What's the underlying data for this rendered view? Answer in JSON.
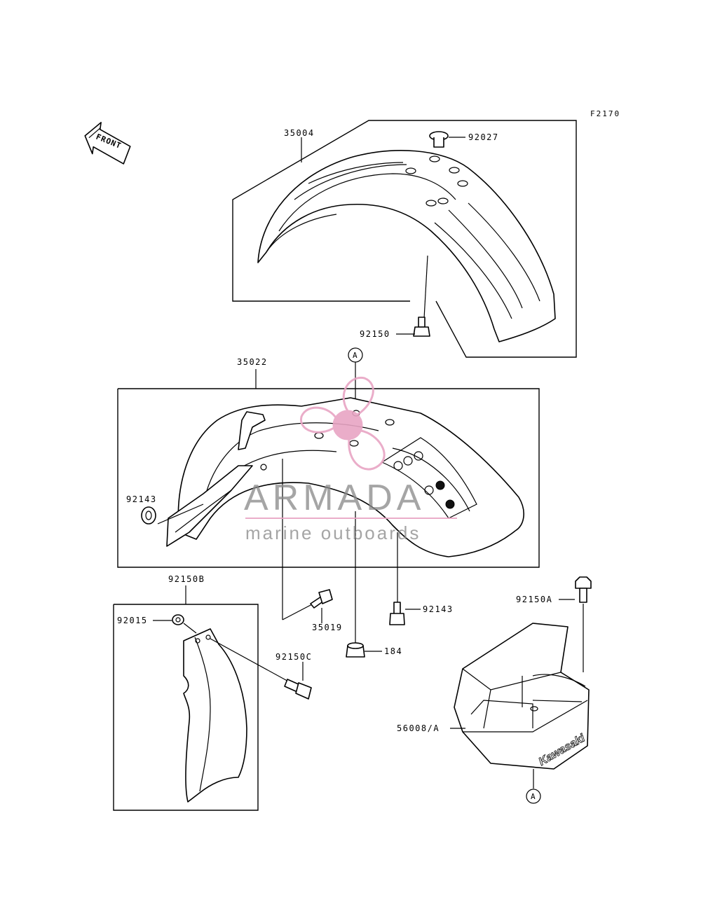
{
  "diagram": {
    "code": "F2170",
    "front_label": "FRONT",
    "parts": [
      {
        "id": "35004",
        "label": "35004"
      },
      {
        "id": "92027",
        "label": "92027"
      },
      {
        "id": "92150",
        "label": "92150"
      },
      {
        "id": "A_top",
        "label": "A"
      },
      {
        "id": "35022",
        "label": "35022"
      },
      {
        "id": "92143_upper",
        "label": "92143"
      },
      {
        "id": "35019",
        "label": "35019"
      },
      {
        "id": "92143_lower",
        "label": "92143"
      },
      {
        "id": "184",
        "label": "184"
      },
      {
        "id": "92150B",
        "label": "92150B"
      },
      {
        "id": "92015",
        "label": "92015"
      },
      {
        "id": "92150C",
        "label": "92150C"
      },
      {
        "id": "92150A",
        "label": "92150A"
      },
      {
        "id": "56008A",
        "label": "56008/A"
      },
      {
        "id": "A_bottom",
        "label": "A"
      }
    ],
    "box_brand": "Kawasaki"
  },
  "watermark": {
    "name": "ARMADA",
    "tagline": "marine outboards",
    "color": "#e8a5c4"
  }
}
